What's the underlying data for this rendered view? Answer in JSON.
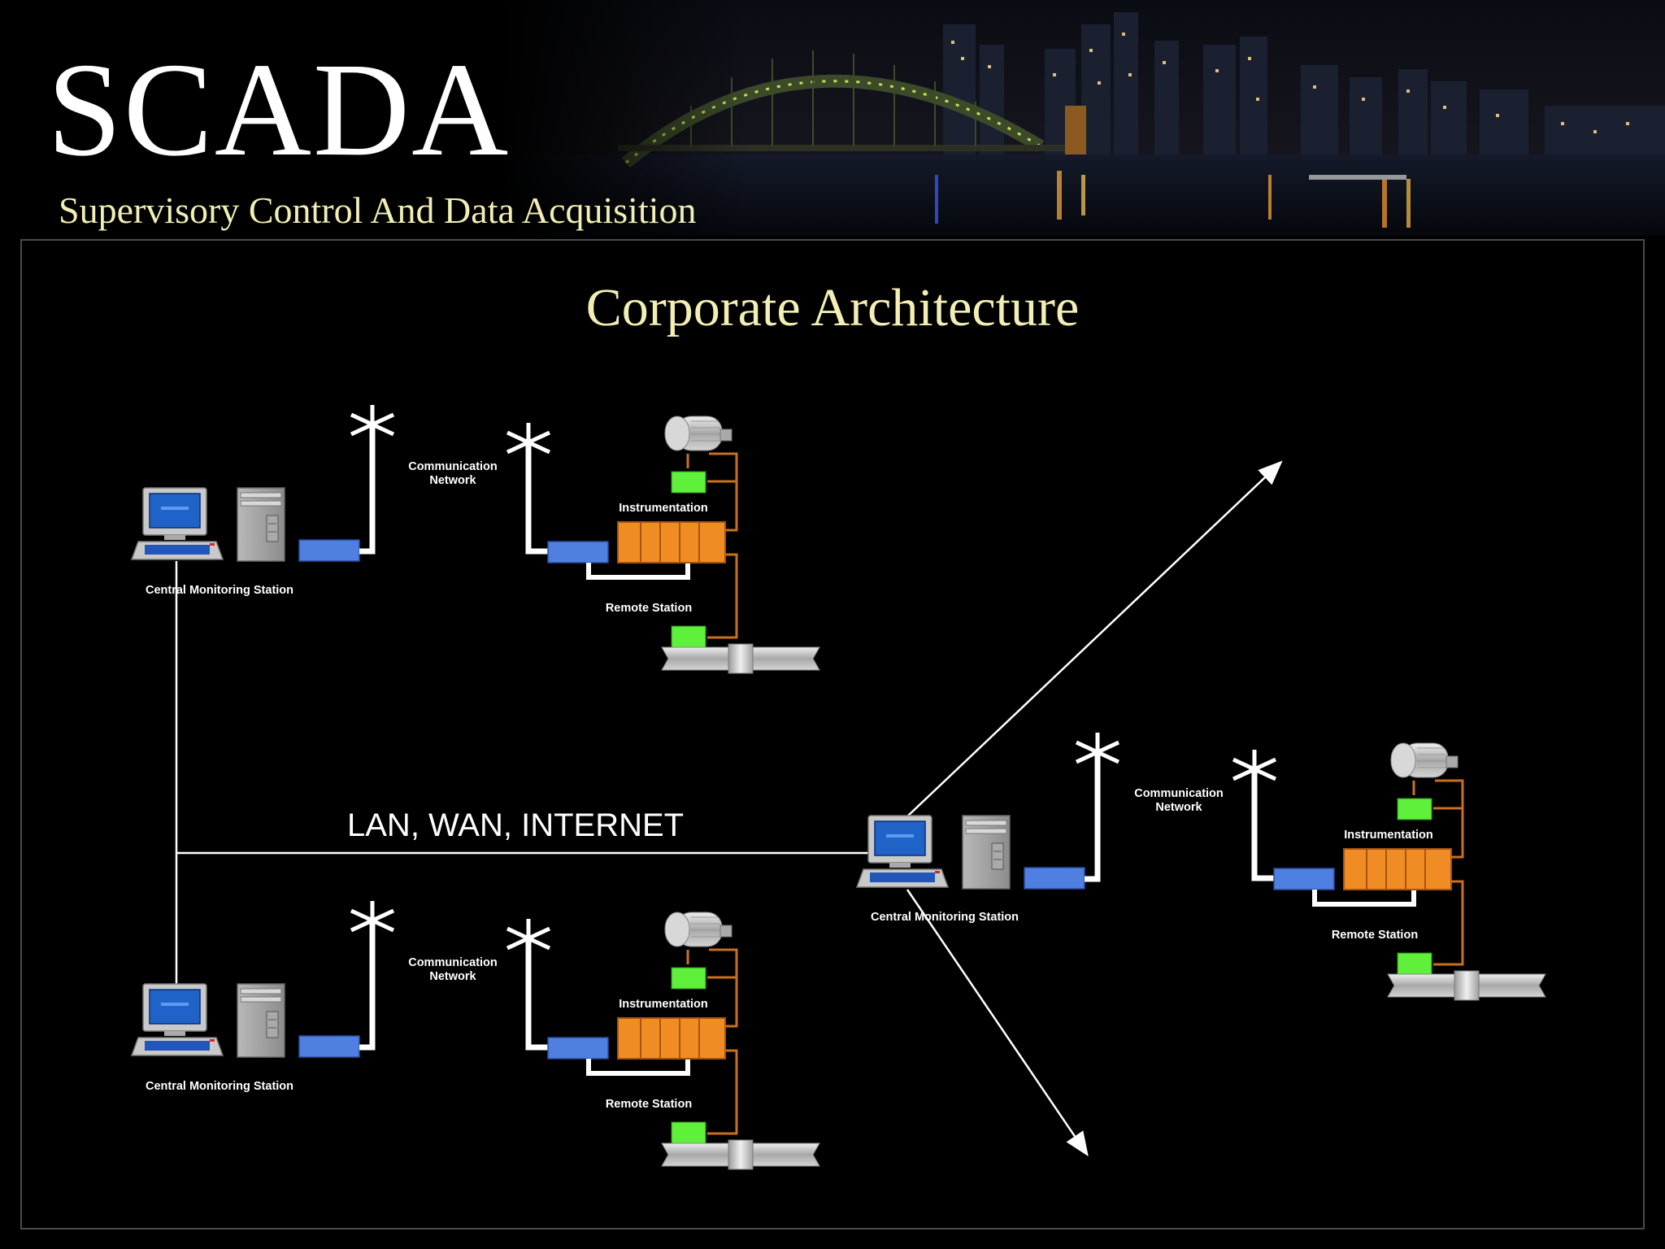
{
  "header": {
    "title": "SCADA",
    "subtitle": "Supervisory Control And Data Acquisition"
  },
  "slide": {
    "heading": "Corporate Architecture"
  },
  "diagram": {
    "network_label": "LAN, WAN, INTERNET",
    "station_label": "Central Monitoring Station",
    "comm_label_line1": "Communication",
    "comm_label_line2": "Network",
    "instrumentation_label": "Instrumentation",
    "remote_label": "Remote Station"
  },
  "colors": {
    "background": "#000000",
    "title": "#ffffff",
    "subtitle": "#f2eeb4",
    "modem": "#4f7fe0",
    "rtu": "#f08c24",
    "sensor": "#5ff03c",
    "wire": "#c8701e"
  }
}
